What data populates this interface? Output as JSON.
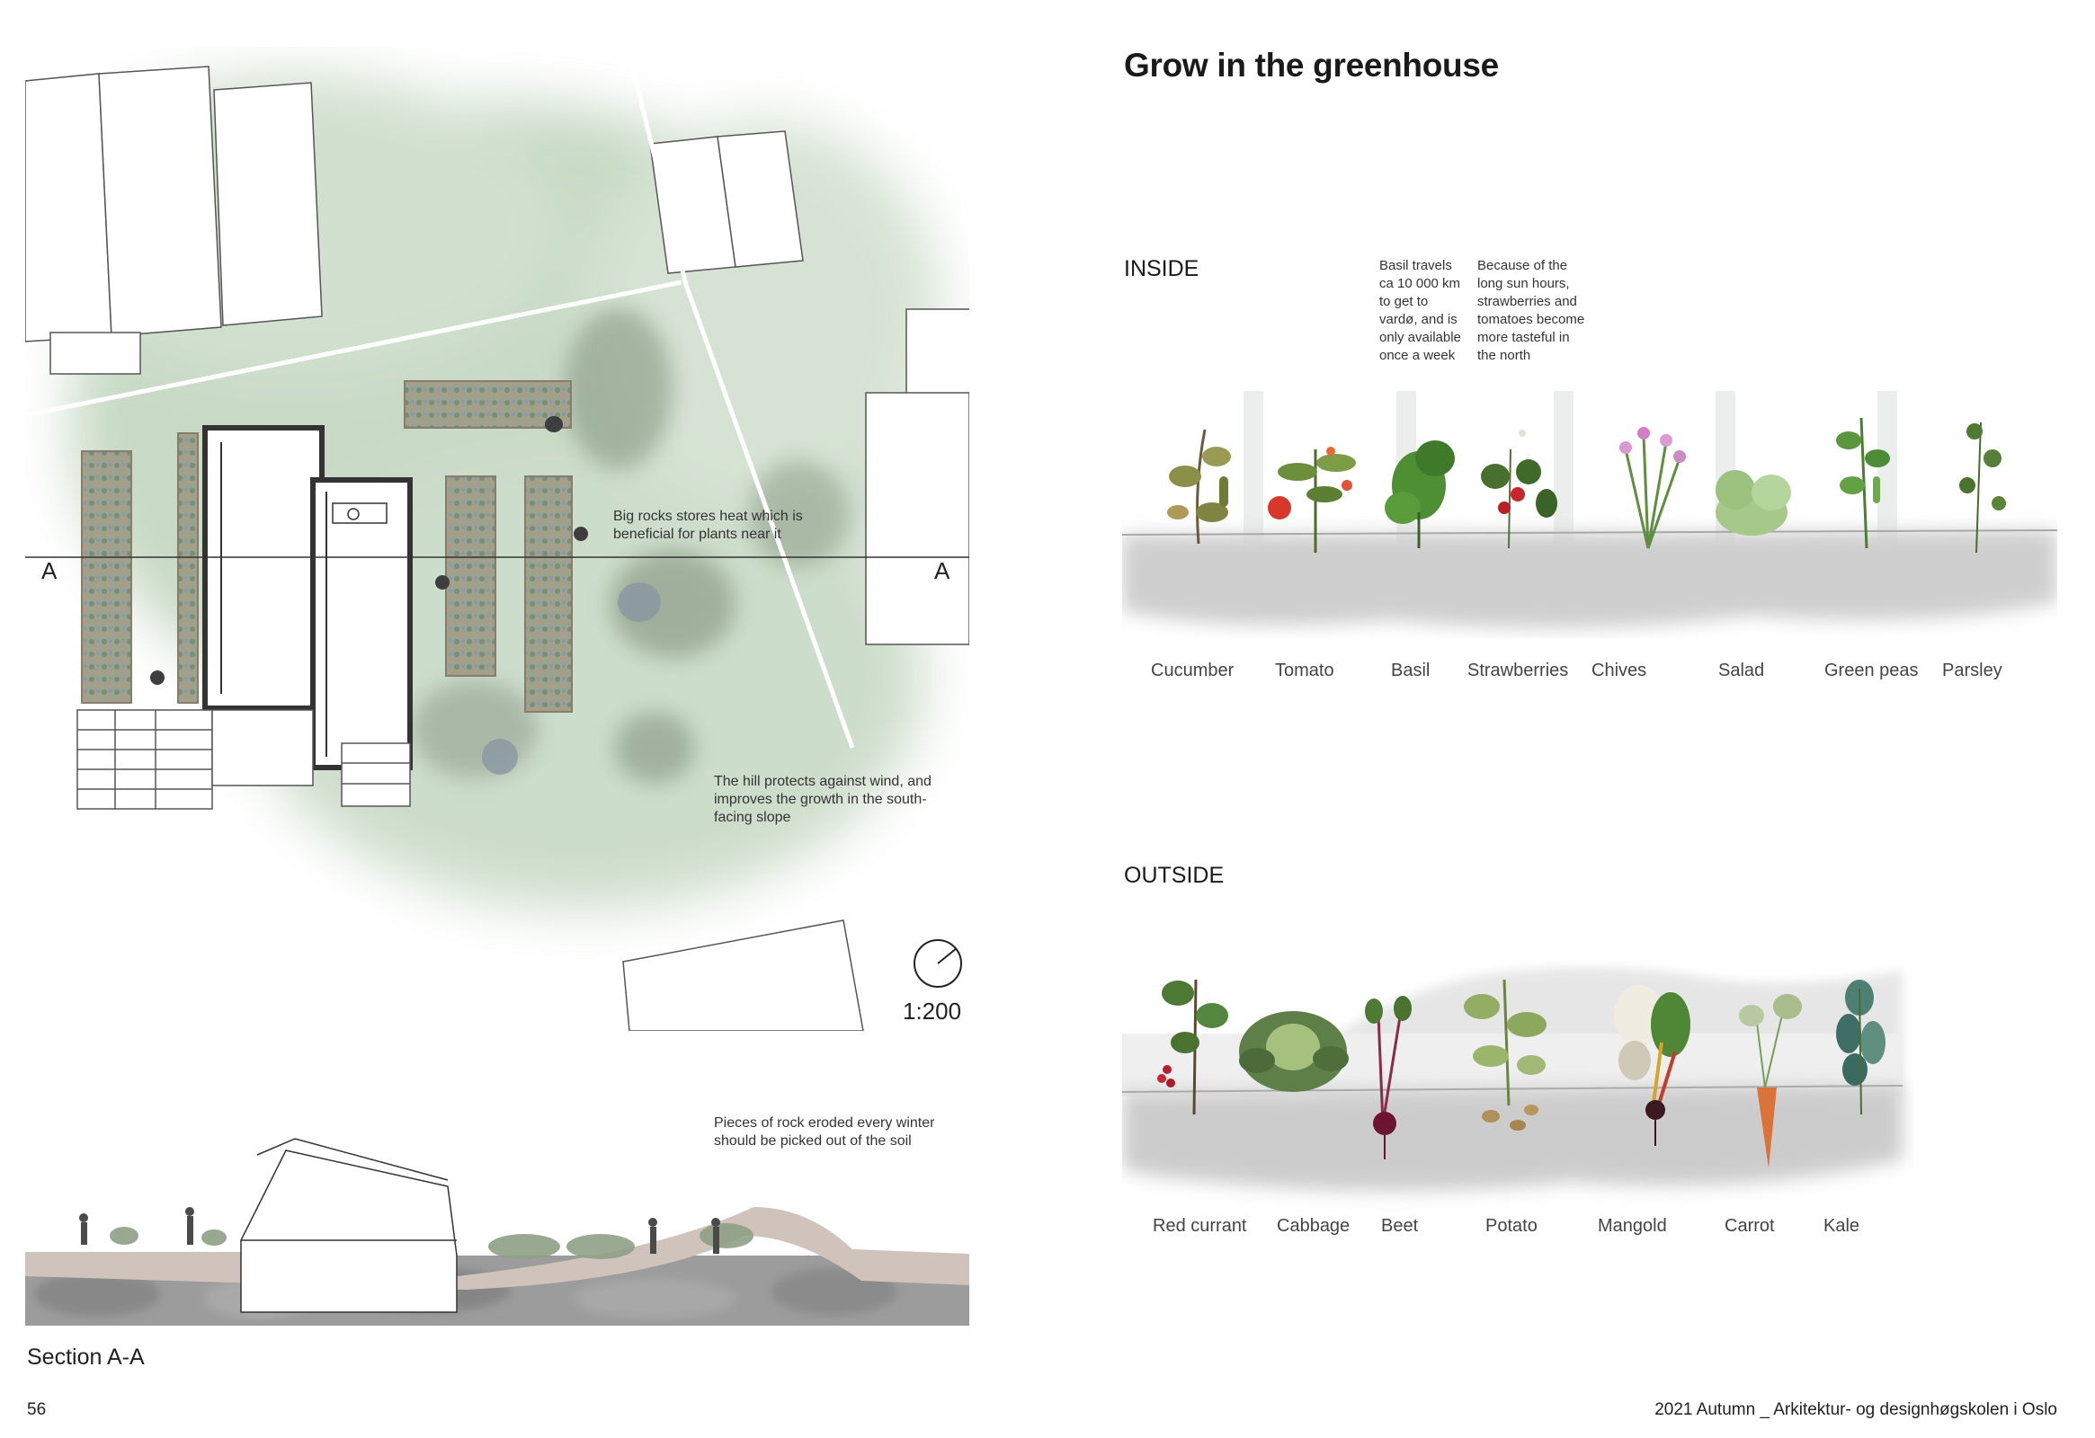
{
  "site_plan": {
    "section_marker_left": "A",
    "section_marker_right": "A",
    "annotation_rocks": "Big rocks stores heat which is beneficial for plants near it",
    "annotation_hill": "The hill protects against wind, and improves the growth in the south-facing slope",
    "scale": "1:200"
  },
  "section": {
    "annotation": "Pieces of rock eroded every winter should be picked out of the soil",
    "title": "Section A-A"
  },
  "page_number": "56",
  "greenhouse": {
    "title": "Grow in the greenhouse",
    "inside": {
      "heading": "INSIDE",
      "note_basil": "Basil travels ca 10 000 km to get to vardø, and is only available once a week",
      "note_sun": "Because of the long sun hours, strawberries and tomatoes become more tasteful in the north",
      "plants": [
        "Cucumber",
        "Tomato",
        "Basil",
        "Strawberries",
        "Chives",
        "Salad",
        "Green peas",
        "Parsley"
      ]
    },
    "outside": {
      "heading": "OUTSIDE",
      "plants": [
        "Red currant",
        "Cabbage",
        "Beet",
        "Potato",
        "Mangold",
        "Carrot",
        "Kale"
      ]
    }
  },
  "footer": "2021 Autumn _ Arkitektur- og designhøgskolen i Oslo",
  "colors": {
    "wash_green": "#a9c4a6",
    "soil_grey": "#cfcfcf",
    "rock_grey": "#9a9a9a",
    "text": "#1a1a1a"
  }
}
